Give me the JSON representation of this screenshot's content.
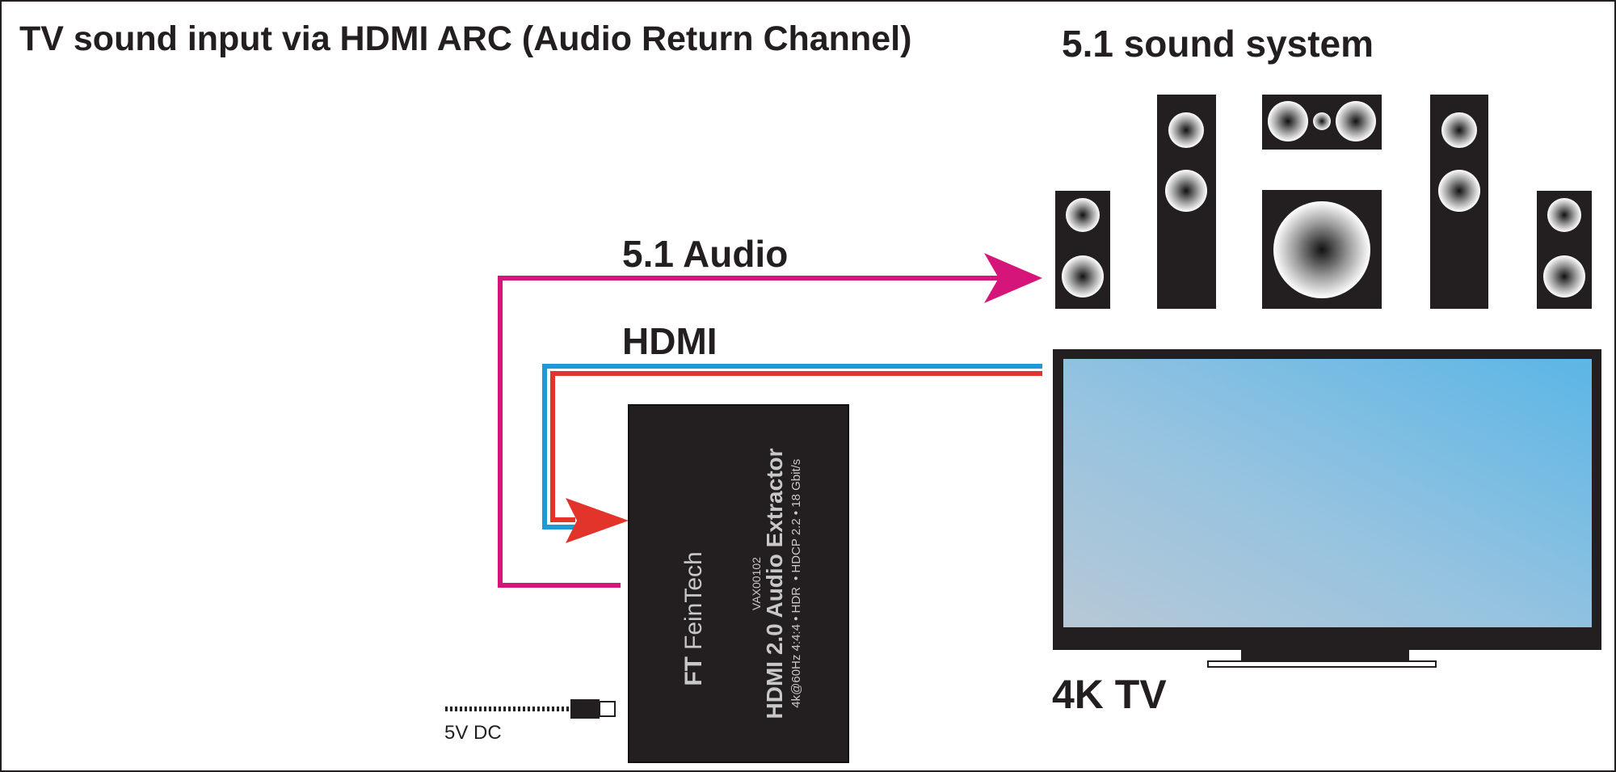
{
  "title": "TV sound input via HDMI ARC (Audio Return Channel)",
  "sound_system": {
    "label": "5.1 sound system"
  },
  "connections": {
    "audio_label": "5.1 Audio",
    "hdmi_label": "HDMI",
    "power_label": "5V DC"
  },
  "tv": {
    "label": "4K TV"
  },
  "device": {
    "brand": "FeinTech",
    "brand_mark": "FT",
    "model": "VAX00102",
    "name": "HDMI 2.0 Audio Extractor",
    "specs_left": "4k@60Hz  4:4:4  •  HDR",
    "specs_right": "•  HDCP 2.2  •  18 Gbit/s"
  },
  "colors": {
    "audio_line": "#d6157a",
    "hdmi_blue": "#1f9ad6",
    "hdmi_red": "#e2342a",
    "device_body": "#231f20",
    "frame": "#231f20"
  }
}
